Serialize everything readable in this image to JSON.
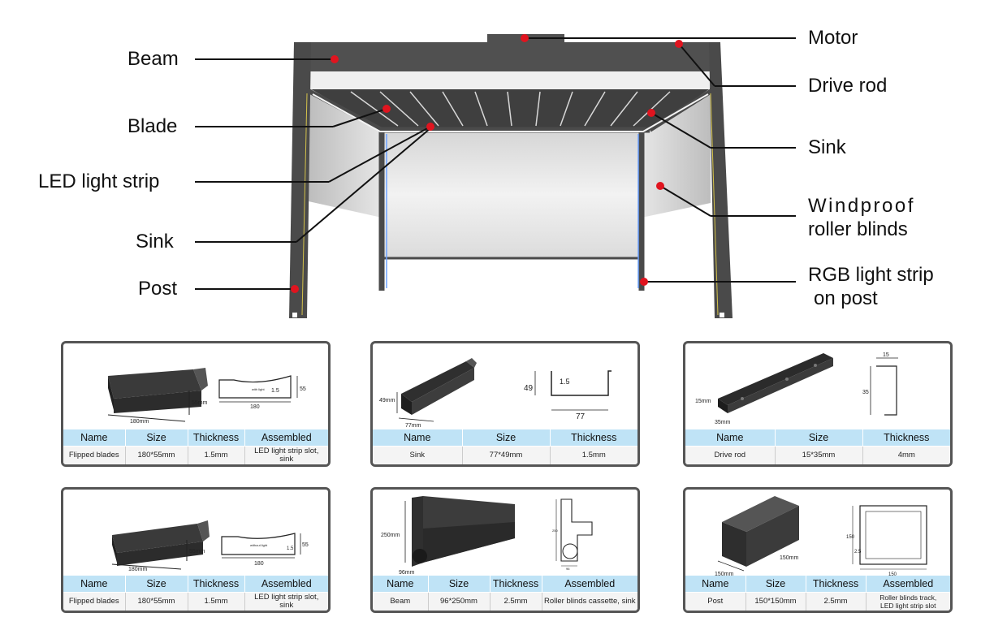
{
  "diagram": {
    "labels": {
      "beam": "Beam",
      "blade": "Blade",
      "led_strip": "LED light strip",
      "sink_left": "Sink",
      "post": "Post",
      "motor": "Motor",
      "drive_rod": "Drive rod",
      "sink_right": "Sink",
      "windproof_1": "Windproof",
      "windproof_2": "roller blinds",
      "rgb_1": "RGB light strip",
      "rgb_2": "on post"
    },
    "colors": {
      "frame": "#4a4a4a",
      "marker": "#e0141f",
      "screen": "#e2e2e2",
      "table_header": "#bfe3f6"
    }
  },
  "cards": [
    {
      "id": "flipped-blades-1",
      "dims": {
        "length": "180mm",
        "height": "55mm",
        "sec_w": "180",
        "sec_h": "55",
        "sec_t": "1.5",
        "note": "with light"
      },
      "headers": [
        "Name",
        "Size",
        "Thickness",
        "Assembled"
      ],
      "values": [
        "Flipped blades",
        "180*55mm",
        "1.5mm",
        "LED light strip slot, sink"
      ]
    },
    {
      "id": "sink",
      "dims": {
        "length": "77mm",
        "height": "49mm",
        "sec_w": "77",
        "sec_h": "49",
        "sec_t": "1.5"
      },
      "headers": [
        "Name",
        "Size",
        "Thickness"
      ],
      "values": [
        "Sink",
        "77*49mm",
        "1.5mm"
      ]
    },
    {
      "id": "drive-rod",
      "dims": {
        "w": "15mm",
        "l": "35mm",
        "sec_w": "15",
        "sec_h": "35"
      },
      "headers": [
        "Name",
        "Size",
        "Thickness"
      ],
      "values": [
        "Drive rod",
        "15*35mm",
        "4mm"
      ]
    },
    {
      "id": "flipped-blades-2",
      "dims": {
        "length": "180mm",
        "height": "55mm",
        "sec_w": "180",
        "sec_h": "55",
        "sec_t": "1.5",
        "note": "without light"
      },
      "headers": [
        "Name",
        "Size",
        "Thickness",
        "Assembled"
      ],
      "values": [
        "Flipped blades",
        "180*55mm",
        "1.5mm",
        "LED light strip slot, sink"
      ]
    },
    {
      "id": "beam",
      "dims": {
        "h": "250mm",
        "w": "96mm",
        "sec_h": "250",
        "sec_w": "96"
      },
      "headers": [
        "Name",
        "Size",
        "Thickness",
        "Assembled"
      ],
      "values": [
        "Beam",
        "96*250mm",
        "2.5mm",
        "Roller blinds cassette, sink"
      ]
    },
    {
      "id": "post",
      "dims": {
        "w": "150mm",
        "h": "150mm",
        "sec_w": "150",
        "sec_h": "150",
        "sec_t": "2.5"
      },
      "headers": [
        "Name",
        "Size",
        "Thickness",
        "Assembled"
      ],
      "values": [
        "Post",
        "150*150mm",
        "2.5mm",
        "Roller blinds track,\nLED light strip slot"
      ]
    }
  ]
}
